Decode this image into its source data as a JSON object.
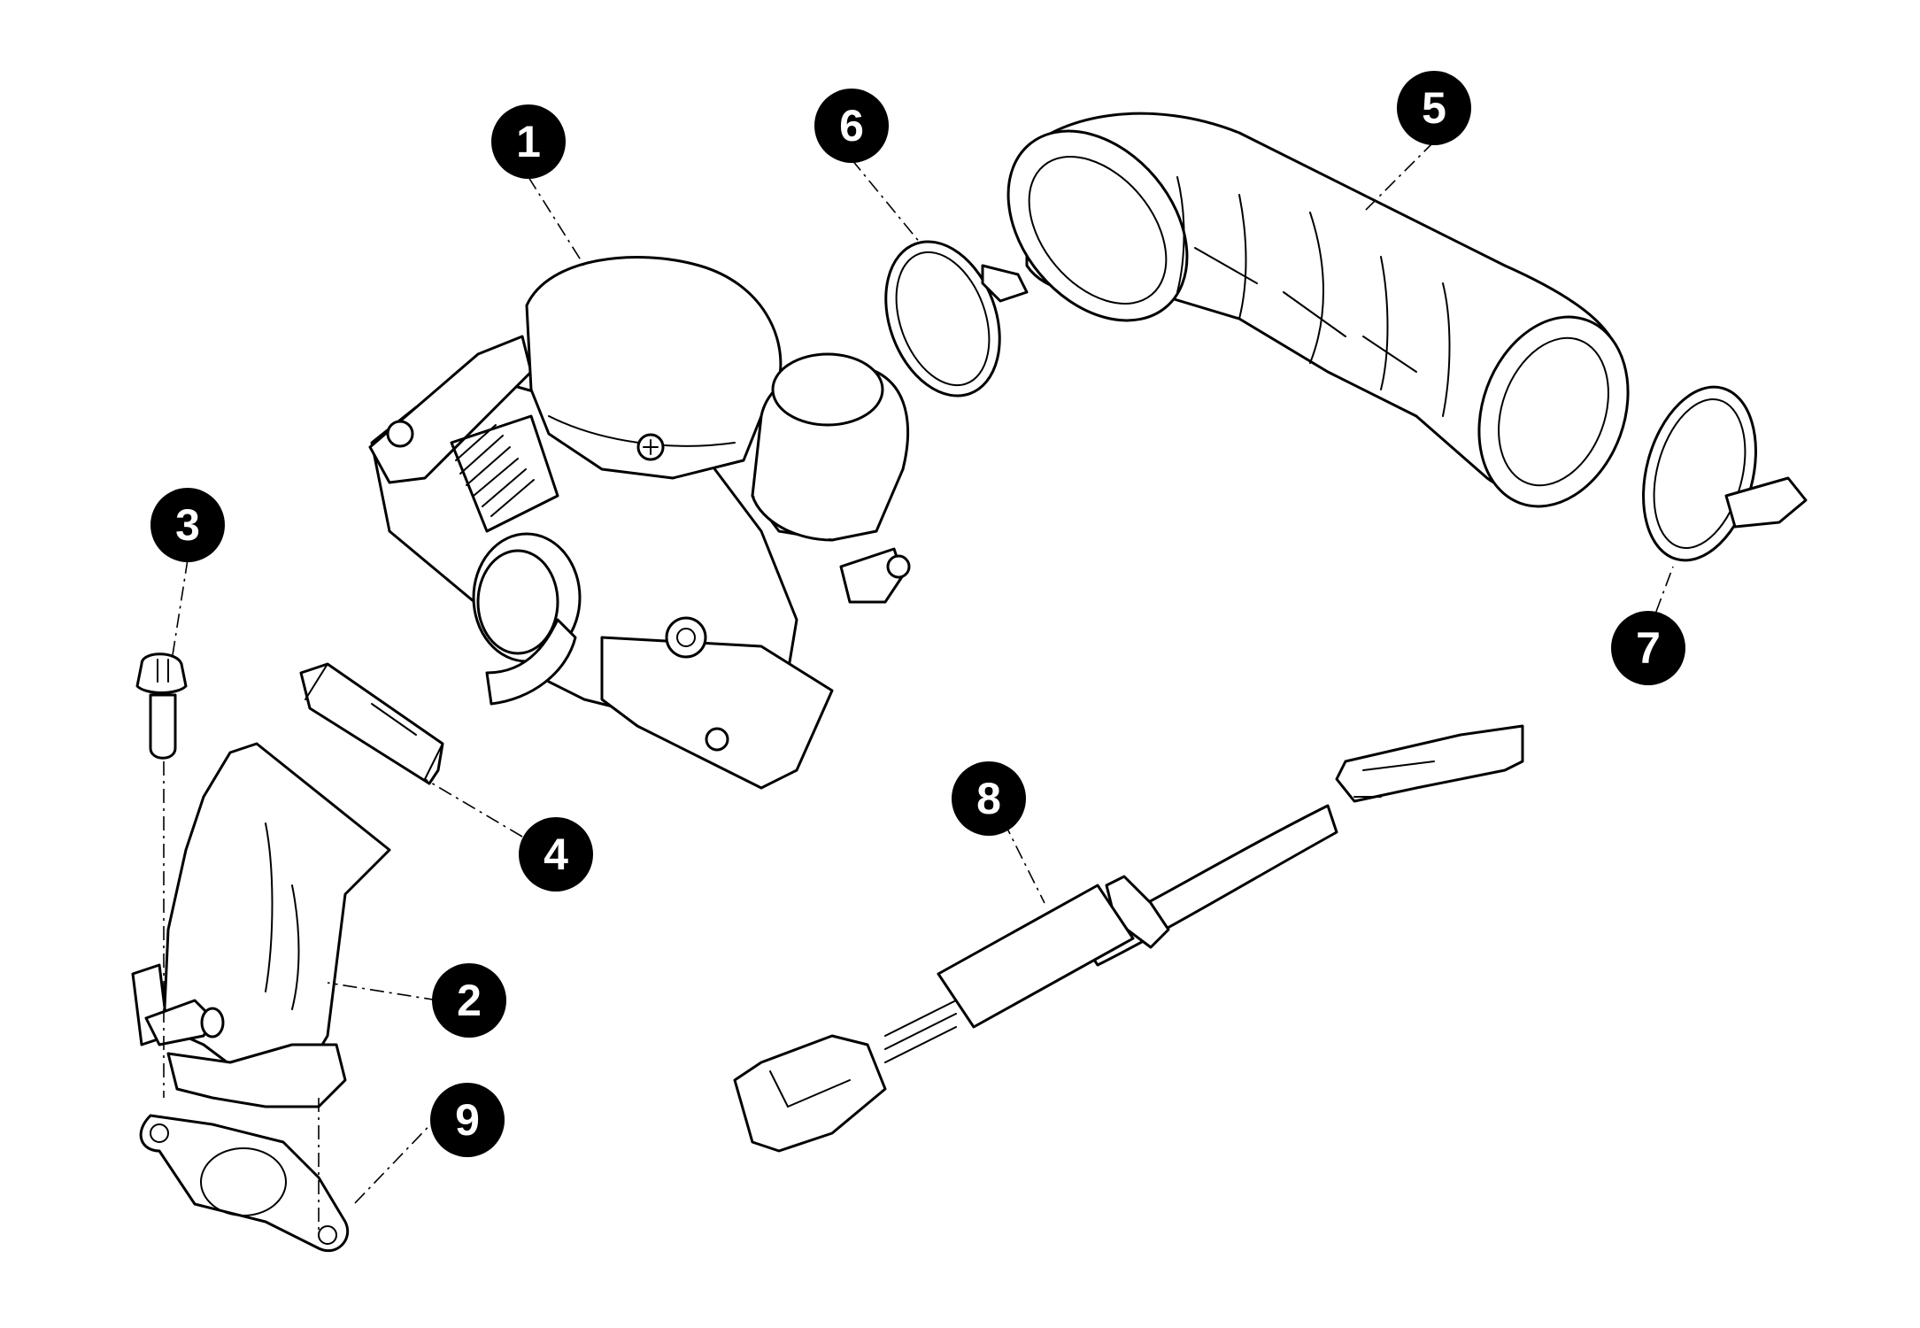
{
  "callouts": [
    {
      "id": "1",
      "label": "1"
    },
    {
      "id": "2",
      "label": "2"
    },
    {
      "id": "3",
      "label": "3"
    },
    {
      "id": "4",
      "label": "4"
    },
    {
      "id": "5",
      "label": "5"
    },
    {
      "id": "6",
      "label": "6"
    },
    {
      "id": "7",
      "label": "7"
    },
    {
      "id": "8",
      "label": "8"
    },
    {
      "id": "9",
      "label": "9"
    }
  ],
  "colors": {
    "line": "#000000",
    "background": "#ffffff",
    "callout_fill": "#000000",
    "callout_text": "#ffffff"
  }
}
